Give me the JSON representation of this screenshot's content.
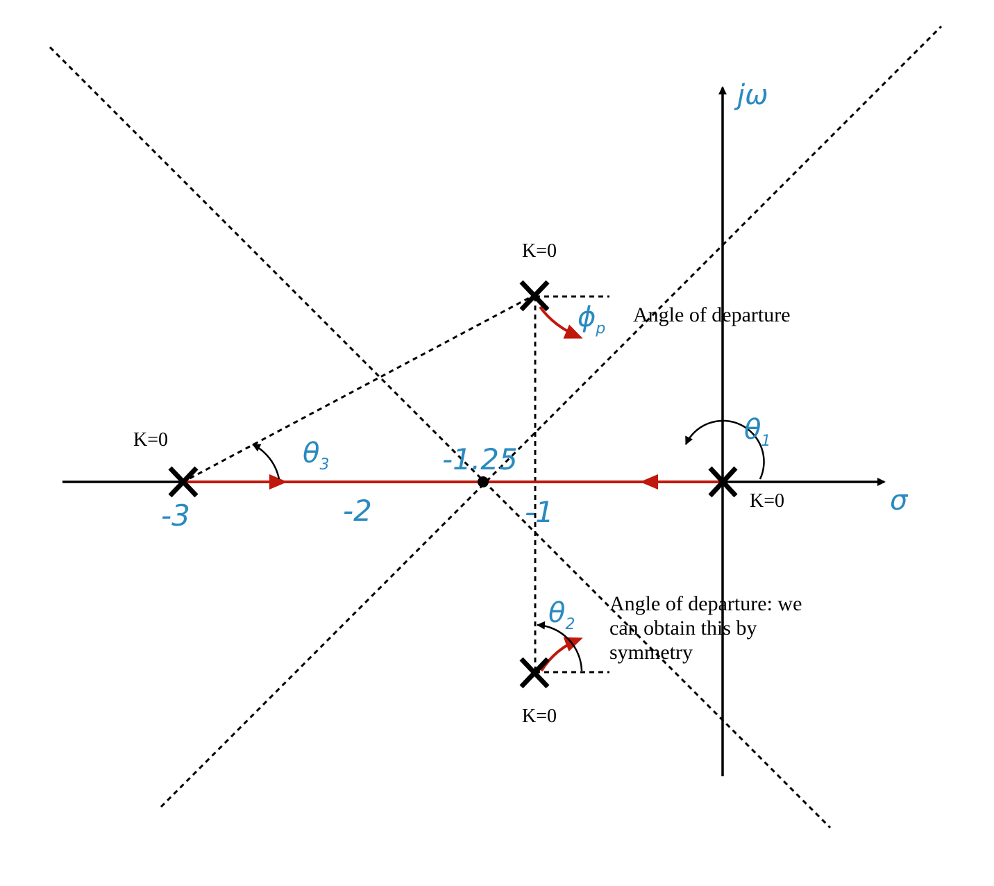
{
  "axes": {
    "real_label": "σ",
    "imag_label": "jω"
  },
  "poles": [
    {
      "k_label": "K=0",
      "value_label": "-3"
    },
    {
      "k_label": "K=0"
    },
    {
      "k_label": "K=0"
    },
    {
      "k_label": "K=0"
    }
  ],
  "axis_labels": {
    "minus2": "-2",
    "minus1": "-1",
    "centroid": "-1.25"
  },
  "angles": {
    "theta1": "θ",
    "theta1_sub": "1",
    "theta2": "θ",
    "theta2_sub": "2",
    "theta3": "θ",
    "theta3_sub": "3",
    "phi": "ϕ",
    "phi_sub": "p"
  },
  "annotations": {
    "departure_top": "Angle of departure",
    "departure_bottom_line1": "Angle of departure: we",
    "departure_bottom_line2": "can obtain this by",
    "departure_bottom_line3": "symmetry"
  },
  "colors": {
    "locus": "#c0180c",
    "accent_text": "#2a8ac0",
    "ink": "#000000"
  }
}
